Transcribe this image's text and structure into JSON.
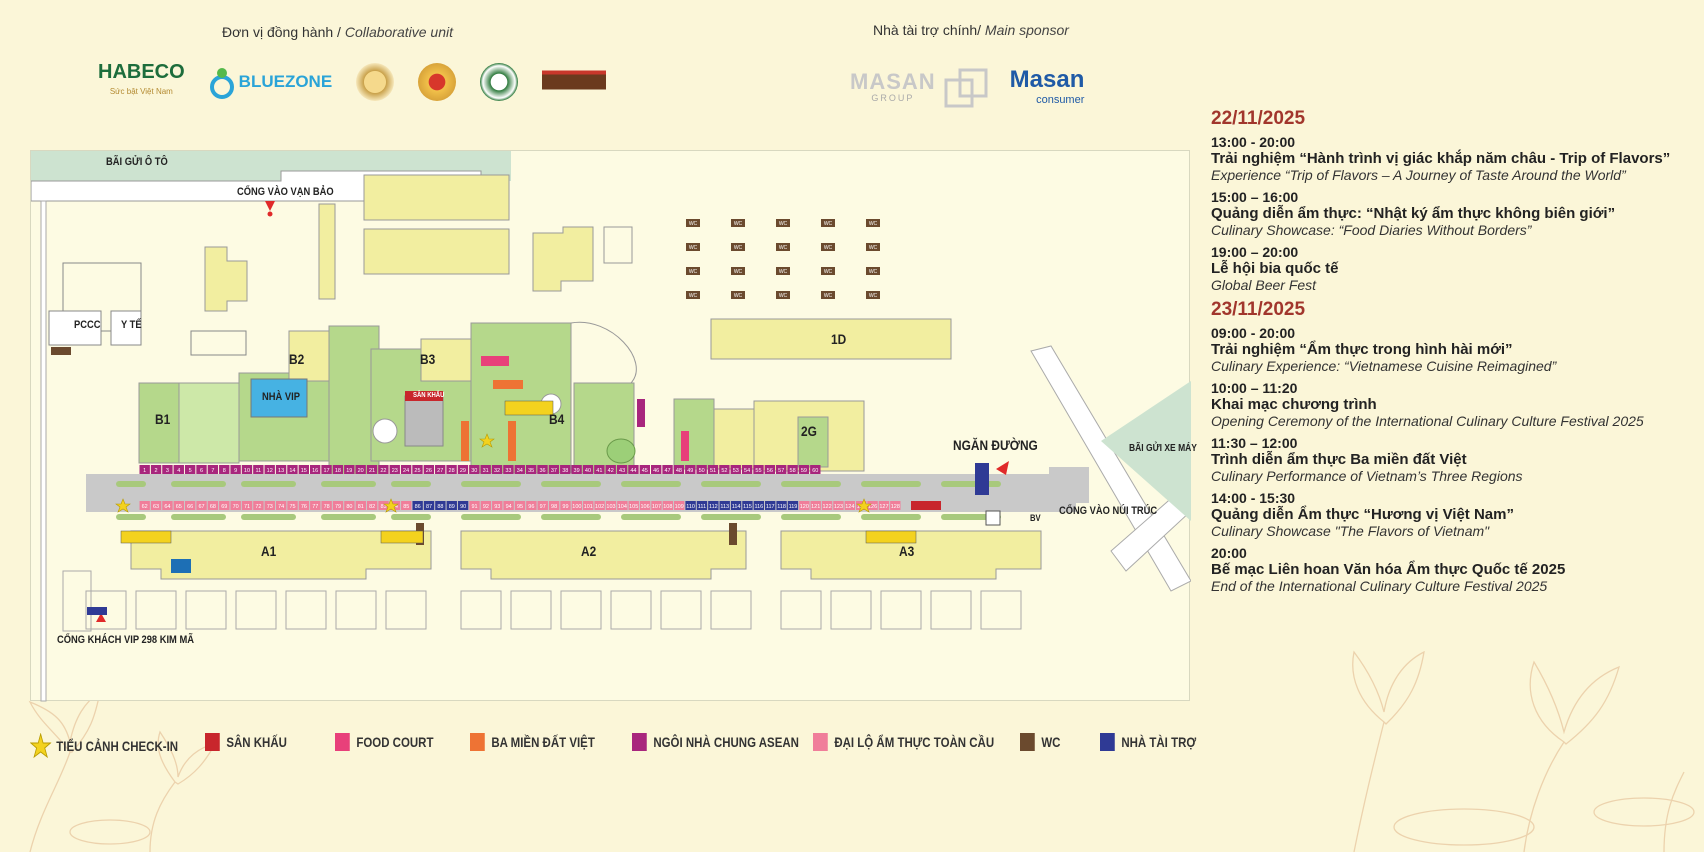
{
  "header": {
    "collab_label_vn": "Đơn vị đồng hành / ",
    "collab_label_en": "Collaborative unit",
    "sponsor_label_vn": "Nhà tài trợ chính/ ",
    "sponsor_label_en": "Main sponsor",
    "habeco": "HABECO",
    "habeco_tagline": "Sức bật Việt Nam",
    "bluezone": "BLUEZONE",
    "masan_group": "MASAN",
    "masan_group_sub": "GROUP",
    "masan_consumer": "Masan",
    "masan_consumer_sub": "consumer"
  },
  "map": {
    "labels": {
      "parking_car": "BÃI GỬI Ô TÔ",
      "gate_van_bao": "CỔNG VÀO VẠN BẢO",
      "pccc": "PCCC",
      "y_te": "Y TẾ",
      "wc": "WC",
      "b1": "B1",
      "b2": "B2",
      "b3": "B3",
      "b4": "B4",
      "nha_vip": "NHÀ VIP",
      "san_khau": "SÂN KHẤU",
      "d1": "1D",
      "g2": "2G",
      "ngan_duong": "NGĂN ĐƯỜNG",
      "parking_moto": "BÃI GỬI XE MÁY",
      "gate_nui_truc": "CỔNG VÀO NÚI TRÚC",
      "bv": "BV",
      "a1": "A1",
      "a2": "A2",
      "a3": "A3",
      "gate_vip": "CỔNG KHÁCH VIP 298 KIM MÃ"
    },
    "north_stalls": [
      "1",
      "2",
      "3",
      "4",
      "5",
      "6",
      "7",
      "8",
      "9",
      "10",
      "11",
      "12",
      "13",
      "14",
      "15",
      "16",
      "17",
      "18",
      "19",
      "20",
      "21",
      "22",
      "23",
      "24",
      "25",
      "26",
      "27",
      "28",
      "29",
      "30",
      "31",
      "32",
      "33",
      "34",
      "35",
      "36",
      "37",
      "38",
      "39",
      "40",
      "41",
      "42",
      "43",
      "44",
      "45",
      "46",
      "47",
      "48",
      "49",
      "50",
      "51",
      "52",
      "53",
      "54",
      "55",
      "56",
      "57",
      "58",
      "59",
      "60"
    ],
    "south_stalls": [
      "62",
      "63",
      "64",
      "65",
      "66",
      "67",
      "68",
      "69",
      "70",
      "71",
      "72",
      "73",
      "74",
      "75",
      "76",
      "77",
      "78",
      "79",
      "80",
      "81",
      "82",
      "83",
      "84",
      "85",
      "86",
      "87",
      "88",
      "89",
      "90",
      "91",
      "92",
      "93",
      "94",
      "95",
      "96",
      "97",
      "98",
      "99",
      "100",
      "101",
      "102",
      "103",
      "104",
      "105",
      "106",
      "107",
      "108",
      "109",
      "110",
      "111",
      "112",
      "113",
      "114",
      "115",
      "116",
      "117",
      "118",
      "119",
      "120",
      "121",
      "122",
      "123",
      "124",
      "125",
      "126",
      "127",
      "128"
    ],
    "colors": {
      "road": "#c9c9c9",
      "building": "#f2eea0",
      "green": "#b5d88b",
      "water": "#cde3d0",
      "vip": "#46b2e3"
    }
  },
  "legend": [
    {
      "label": "TIỂU CẢNH CHECK-IN",
      "color": "#f3d21e",
      "icon": "star-icon"
    },
    {
      "label": "SÂN KHẤU",
      "color": "#c8262c",
      "icon": "square"
    },
    {
      "label": "FOOD COURT",
      "color": "#e8407a",
      "icon": "square"
    },
    {
      "label": "BA MIỀN ĐẤT VIỆT",
      "color": "#ee7334",
      "icon": "square"
    },
    {
      "label": "NGÔI NHÀ CHUNG ASEAN",
      "color": "#a8267d",
      "icon": "square"
    },
    {
      "label": "ĐẠI LỘ ẨM THỰC TOÀN CẦU",
      "color": "#f07e9a",
      "icon": "square"
    },
    {
      "label": "WC",
      "color": "#6b4a2e",
      "icon": "square"
    },
    {
      "label": "NHÀ TÀI TRỢ",
      "color": "#2f3a95",
      "icon": "square"
    }
  ],
  "schedule": [
    {
      "date": "22/11/2025",
      "events": [
        {
          "time": "13:00 - 20:00",
          "vn": "Trải nghiệm “Hành trình vị giác khắp năm châu - Trip of Flavors”",
          "en": "Experience “Trip of Flavors – A Journey of Taste Around the World”"
        },
        {
          "time": "15:00 – 16:00",
          "vn": "Quảng diễn ẩm thực: “Nhật ký ẩm thực không biên giới”",
          "en": "Culinary Showcase: “Food Diaries Without Borders”"
        },
        {
          "time": "19:00 – 20:00",
          "vn": "Lễ hội bia quốc tế",
          "en": "Global Beer Fest"
        }
      ]
    },
    {
      "date": "23/11/2025",
      "events": [
        {
          "time": "09:00 - 20:00",
          "vn": "Trải nghiệm “Ẩm thực trong hình hài mới”",
          "en": "Culinary Experience: “Vietnamese Cuisine Reimagined”"
        },
        {
          "time": "10:00 – 11:20",
          "vn": "Khai mạc chương trình",
          "en": "Opening Ceremony of the International Culinary Culture Festival 2025"
        },
        {
          "time": "11:30 – 12:00",
          "vn": "Trình diễn ẩm thực Ba miền đất Việt",
          "en": "Culinary Performance of Vietnam’s Three Regions"
        },
        {
          "time": "14:00 - 15:30",
          "vn": "Quảng diễn Ẩm thực “Hương vị Việt Nam”",
          "en": "Culinary Showcase \"The Flavors of Vietnam\""
        },
        {
          "time": "20:00",
          "vn": "Bế mạc Liên hoan Văn hóa Ẩm thực Quốc tế 2025",
          "en": "End of the International Culinary Culture Festival 2025"
        }
      ]
    }
  ]
}
